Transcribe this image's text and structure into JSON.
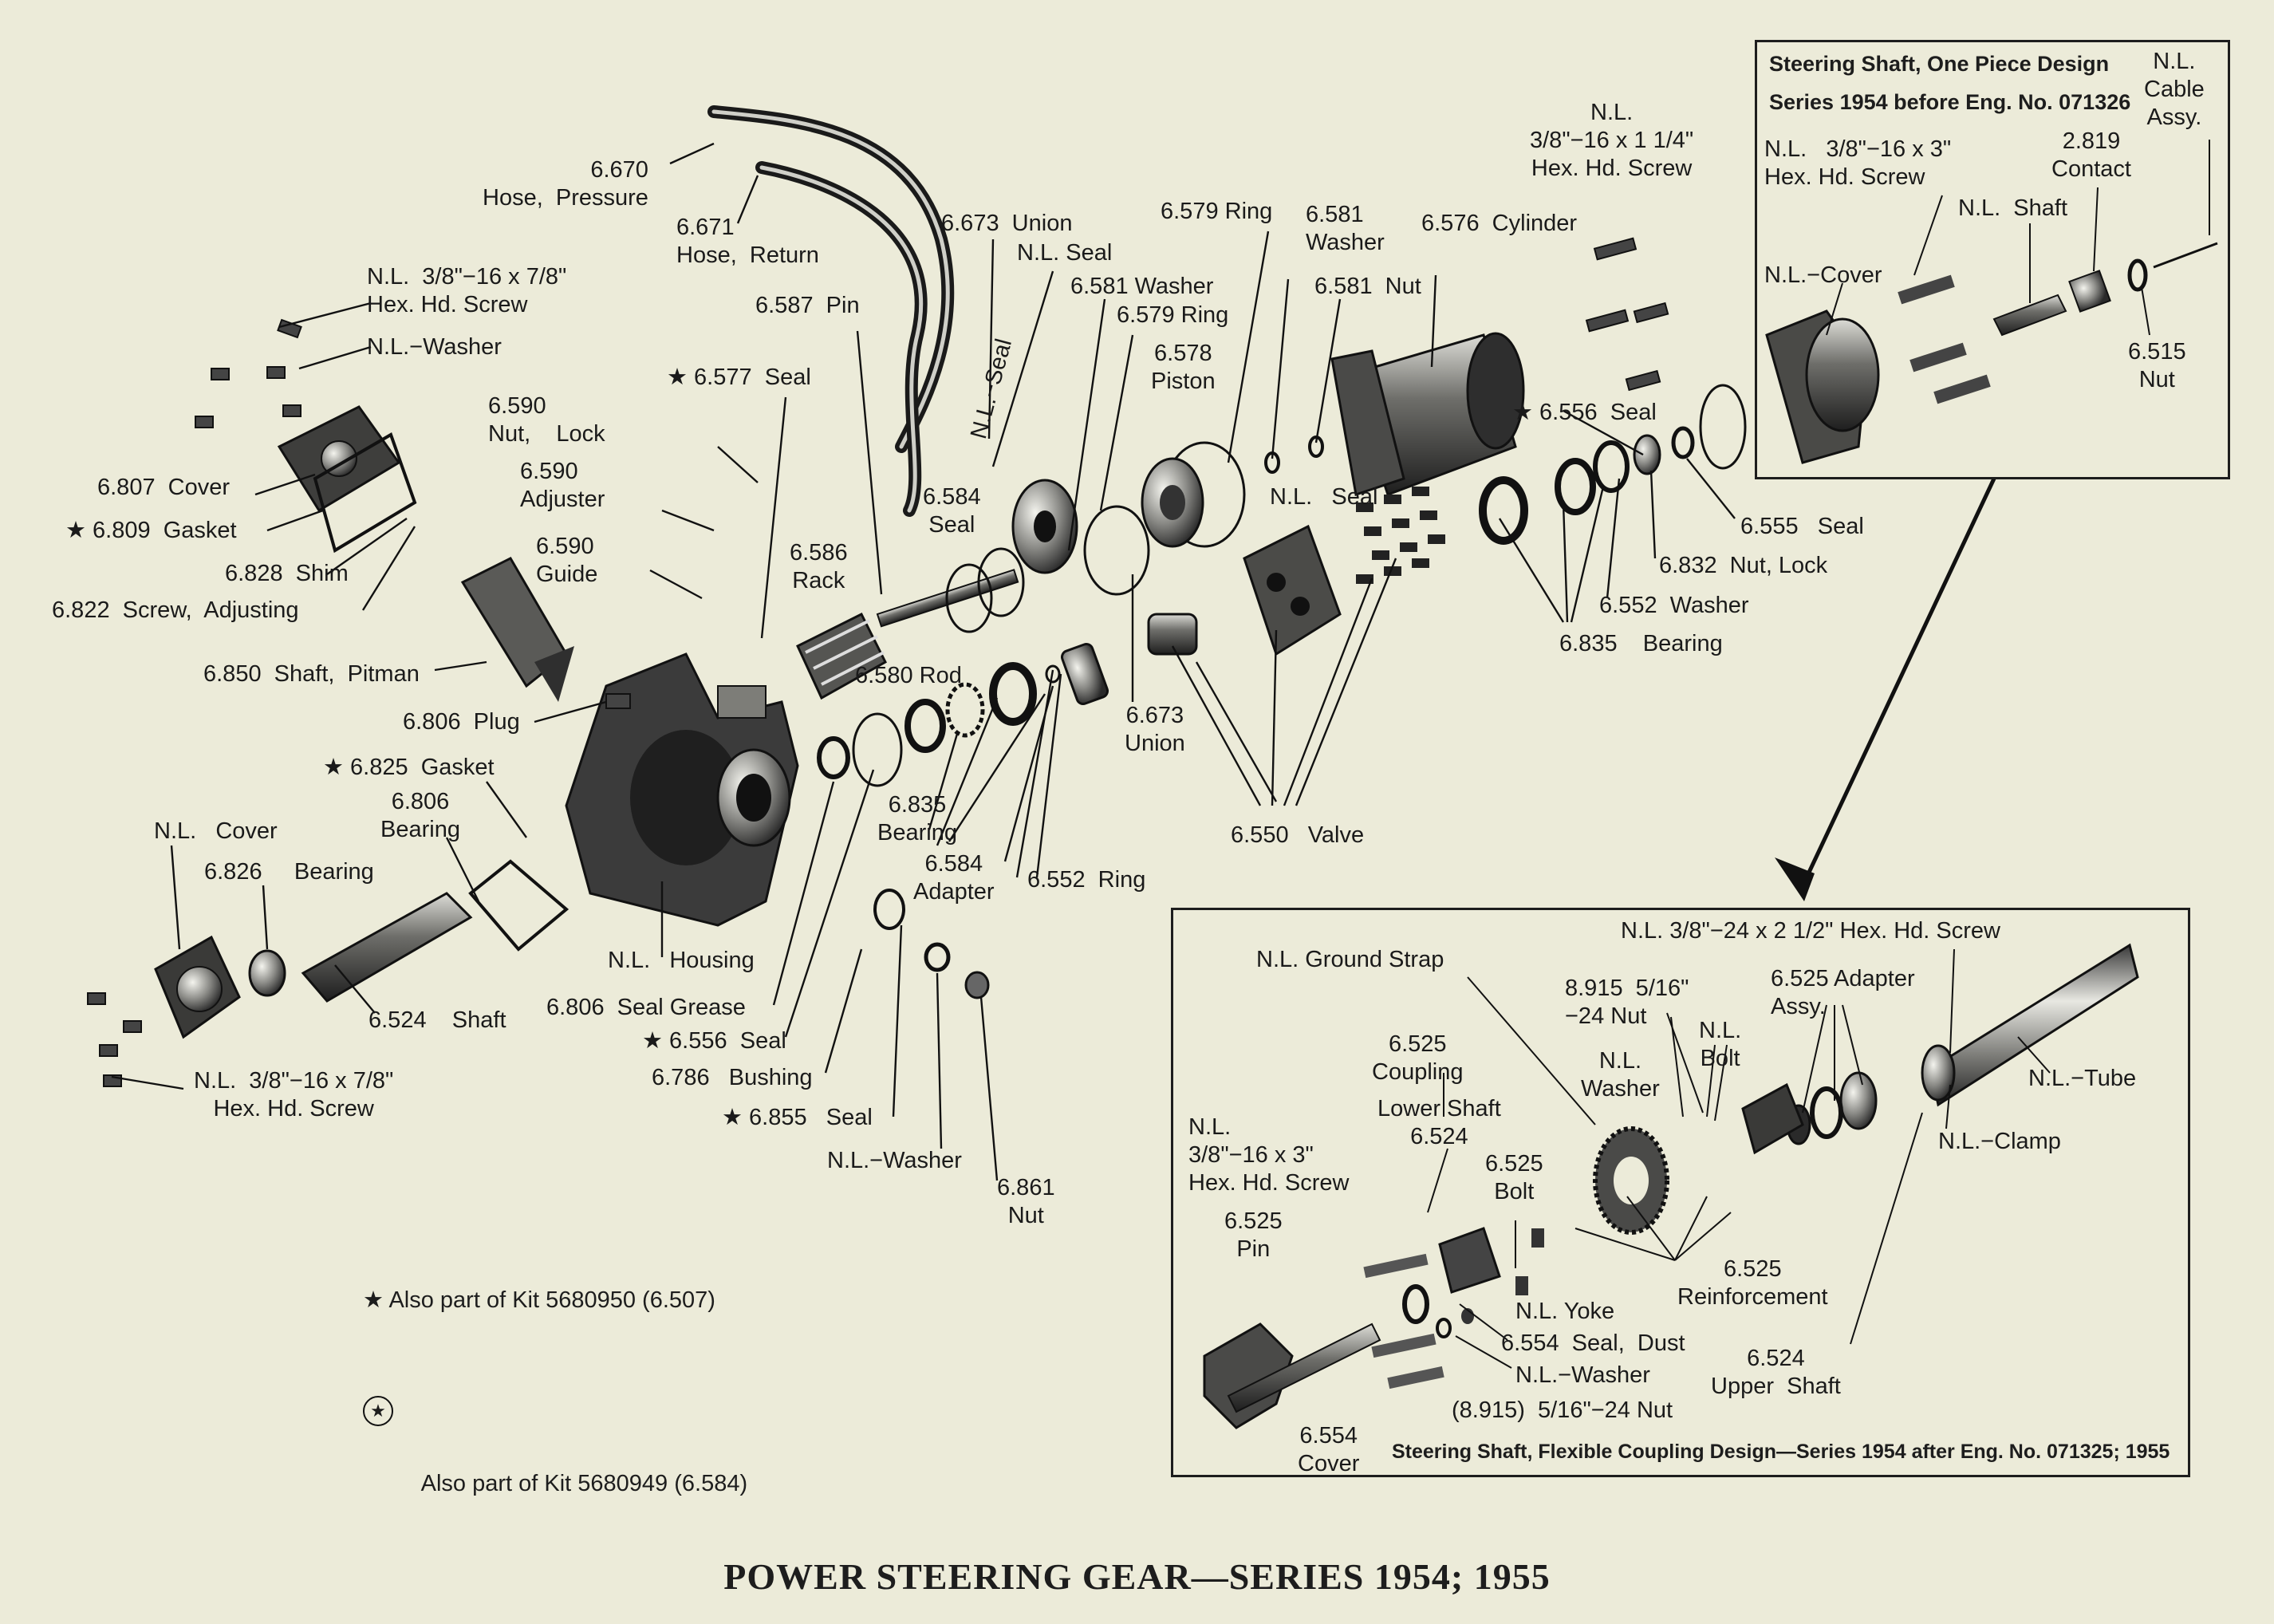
{
  "caption": "POWER STEERING GEAR—SERIES 1954; 1955",
  "inset_top": {
    "title_line1": "Steering Shaft, One Piece Design",
    "title_line2": "Series 1954 before Eng. No. 071326"
  },
  "inset_bottom": {
    "title": "Steering Shaft, Flexible Coupling Design—Series 1954 after Eng. No. 071325; 1955"
  },
  "legend": {
    "star": "★ Also part of Kit 5680950 (6.507)",
    "circled_star": "Also part of Kit 5680949 (6.584)"
  },
  "labels": [
    {
      "id": "hose-pressure",
      "text": "6.670\nHose,  Pressure"
    },
    {
      "id": "hose-return",
      "text": "6.671\nHose,  Return"
    },
    {
      "id": "union-6673-top",
      "text": "6.673  Union"
    },
    {
      "id": "nl-seal-top",
      "text": "N.L. Seal"
    },
    {
      "id": "pin-6587",
      "text": "6.587  Pin"
    },
    {
      "id": "washer-6581-a",
      "text": "6.581 Washer"
    },
    {
      "id": "ring-6579-a",
      "text": "6.579 Ring"
    },
    {
      "id": "ring-6579-b",
      "text": "6.579 Ring"
    },
    {
      "id": "piston-6578",
      "text": "6.578\nPiston"
    },
    {
      "id": "washer-6581-b",
      "text": "6.581\nWasher"
    },
    {
      "id": "nut-6581",
      "text": "6.581  Nut"
    },
    {
      "id": "cylinder-6576",
      "text": "6.576  Cylinder"
    },
    {
      "id": "screw-nl-top",
      "text": "N.L.\n3/8\"−16 x 1 1/4\"\nHex. Hd. Screw"
    },
    {
      "id": "screw-nl-left",
      "text": "N.L.  3/8\"−16 x 7/8\"\nHex. Hd. Screw"
    },
    {
      "id": "washer-nl-left",
      "text": "N.L.−Washer"
    },
    {
      "id": "seal-6577",
      "text": "★ 6.577  Seal"
    },
    {
      "id": "nut-lock-6590",
      "text": "6.590\nNut,    Lock"
    },
    {
      "id": "adjuster-6590",
      "text": "6.590\nAdjuster"
    },
    {
      "id": "guide-6590",
      "text": "6.590\nGuide"
    },
    {
      "id": "cover-6807",
      "text": "6.807  Cover"
    },
    {
      "id": "gasket-6809",
      "text": "★ 6.809  Gasket"
    },
    {
      "id": "shim-6828",
      "text": "6.828  Shim"
    },
    {
      "id": "screw-adj-6822",
      "text": "6.822  Screw,  Adjusting"
    },
    {
      "id": "nl-seal-vert",
      "text": "N.L.−Seal"
    },
    {
      "id": "seal-6584-a",
      "text": "6.584\nSeal"
    },
    {
      "id": "rack-6586",
      "text": "6.586\nRack"
    },
    {
      "id": "rod-6580",
      "text": "6.580 Rod"
    },
    {
      "id": "shaft-pitman-6850",
      "text": "6.850  Shaft,  Pitman"
    },
    {
      "id": "plug-6806",
      "text": "6.806  Plug"
    },
    {
      "id": "gasket-6825",
      "text": "★ 6.825  Gasket"
    },
    {
      "id": "bearing-6806",
      "text": "6.806\nBearing"
    },
    {
      "id": "nl-cover-left",
      "text": "N.L.   Cover"
    },
    {
      "id": "bearing-6826",
      "text": "6.826     Bearing"
    },
    {
      "id": "shaft-6524",
      "text": "6.524    Shaft"
    },
    {
      "id": "screw-nl-bottom",
      "text": "N.L.  3/8\"−16 x 7/8\"\nHex. Hd. Screw"
    },
    {
      "id": "housing-nl",
      "text": "N.L.   Housing"
    },
    {
      "id": "seal-grease-6806",
      "text": "6.806  Seal Grease"
    },
    {
      "id": "seal-6556-a",
      "text": "★ 6.556  Seal"
    },
    {
      "id": "bushing-6786",
      "text": "6.786   Bushing"
    },
    {
      "id": "seal-6855",
      "text": "★ 6.855   Seal"
    },
    {
      "id": "washer-nl-mid",
      "text": "N.L.−Washer"
    },
    {
      "id": "nut-6861",
      "text": "6.861\nNut"
    },
    {
      "id": "bearing-6835-a",
      "text": "6.835\nBearing"
    },
    {
      "id": "adapter-6584",
      "text": "6.584\nAdapter"
    },
    {
      "id": "ring-6552",
      "text": "6.552  Ring"
    },
    {
      "id": "union-6673-mid",
      "text": "6.673\nUnion"
    },
    {
      "id": "valve-6550",
      "text": "6.550   Valve"
    },
    {
      "id": "nl-seal-mid",
      "text": "N.L.   Seal"
    },
    {
      "id": "seal-6556-b",
      "text": "★ 6.556  Seal"
    },
    {
      "id": "seal-6555",
      "text": "6.555   Seal"
    },
    {
      "id": "nut-lock-6832",
      "text": "6.832  Nut, Lock"
    },
    {
      "id": "washer-6552",
      "text": "6.552  Washer"
    },
    {
      "id": "bearing-6835-b",
      "text": "6.835    Bearing"
    },
    {
      "id": "inset-screw",
      "text": "N.L.   3/8\"−16 x 3\"\nHex. Hd. Screw"
    },
    {
      "id": "inset-contact",
      "text": "2.819\nContact"
    },
    {
      "id": "inset-cable",
      "text": "N.L.\nCable\nAssy."
    },
    {
      "id": "inset-shaft",
      "text": "N.L.  Shaft"
    },
    {
      "id": "inset-cover",
      "text": "N.L.−Cover"
    },
    {
      "id": "inset-nut-6515",
      "text": "6.515\nNut"
    },
    {
      "id": "b-screw-24",
      "text": "N.L. 3/8\"−24 x 2 1/2\" Hex. Hd. Screw"
    },
    {
      "id": "b-ground-strap",
      "text": "N.L. Ground Strap"
    },
    {
      "id": "b-nut-8915",
      "text": "8.915  5/16\"\n−24 Nut"
    },
    {
      "id": "b-adapter-6525",
      "text": "6.525 Adapter\nAssy."
    },
    {
      "id": "b-bolt-nl",
      "text": "N.L.\nBolt"
    },
    {
      "id": "b-washer-nl",
      "text": "N.L.\nWasher"
    },
    {
      "id": "b-coupling-6525",
      "text": "6.525\nCoupling"
    },
    {
      "id": "b-lower-shaft",
      "text": "Lower Shaft\n6.524"
    },
    {
      "id": "b-tube",
      "text": "N.L.−Tube"
    },
    {
      "id": "b-clamp",
      "text": "N.L.−Clamp"
    },
    {
      "id": "b-screw-16",
      "text": "N.L.\n3/8\"−16 x 3\"\nHex. Hd. Screw"
    },
    {
      "id": "b-bolt-6525",
      "text": "6.525\nBolt"
    },
    {
      "id": "b-pin-6525",
      "text": "6.525\nPin"
    },
    {
      "id": "b-reinforcement",
      "text": "6.525\nReinforcement"
    },
    {
      "id": "b-yoke",
      "text": "N.L. Yoke"
    },
    {
      "id": "b-seal-dust",
      "text": "6.554  Seal,  Dust"
    },
    {
      "id": "b-washer-nl2",
      "text": "N.L.−Washer"
    },
    {
      "id": "b-nut-8915b",
      "text": "(8.915)  5/16\"−24 Nut"
    },
    {
      "id": "b-upper-shaft",
      "text": "6.524\nUpper  Shaft"
    },
    {
      "id": "b-cover-6554",
      "text": "6.554\nCover"
    }
  ]
}
